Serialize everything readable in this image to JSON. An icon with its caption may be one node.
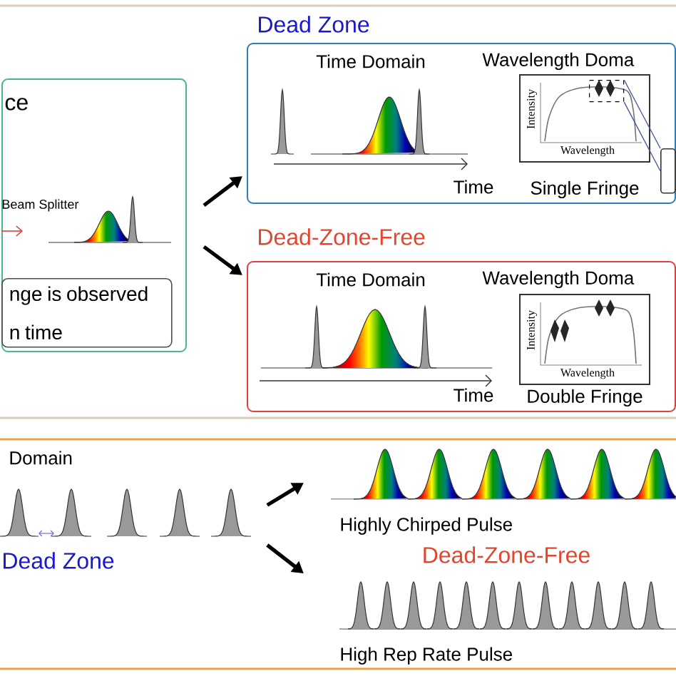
{
  "diagram": {
    "nodes": [
      {
        "text": [
          "ce"
        ]
      },
      {
        "text": [
          "nge is observed n time"
        ],
        "in": 0
      },
      {
        "text": [
          "Dead Zone",
          "Time Domain",
          "Wavelength Doma",
          "Time",
          "Single Fringe"
        ]
      },
      {
        "text": [
          "Intensity",
          "Wavelength"
        ],
        "in": 2
      },
      {
        "text": [],
        "shape": "box",
        "in": 3
      },
      {
        "text": [],
        "shape": "box",
        "in": 2
      },
      {
        "text": [
          "Dead-Zone-Free",
          "Time Domain",
          "Wavelength Doma",
          "Time",
          "Double Fringe"
        ]
      },
      {
        "text": [
          "Intensity",
          "Wavelength"
        ],
        "in": 6
      },
      {
        "text": [
          "Domain"
        ],
        "beside": [
          "Dead Zone"
        ]
      },
      {
        "text": [
          "Highly Chirped Pulse"
        ]
      },
      {
        "text": [
          "High Rep Rate Pulse"
        ],
        "beside": [
          "Dead-Zone-Free"
        ]
      }
    ],
    "edges": [
      {
        "from": 0,
        "to": 2,
        "arrow": "to"
      },
      {
        "from": 0,
        "to": 6,
        "arrow": "to"
      },
      {
        "from": 4,
        "to": 5,
        "arrow": "none",
        "color": "#4a5a9a"
      },
      {
        "from": 4,
        "to": 5,
        "arrow": "none",
        "color": "#4a5a9a"
      },
      {
        "from": 8,
        "to": 9,
        "arrow": "to"
      },
      {
        "from": 8,
        "to": 10,
        "arrow": "to"
      }
    ],
    "labels": [
      "Beam Splitter"
    ]
  }
}
